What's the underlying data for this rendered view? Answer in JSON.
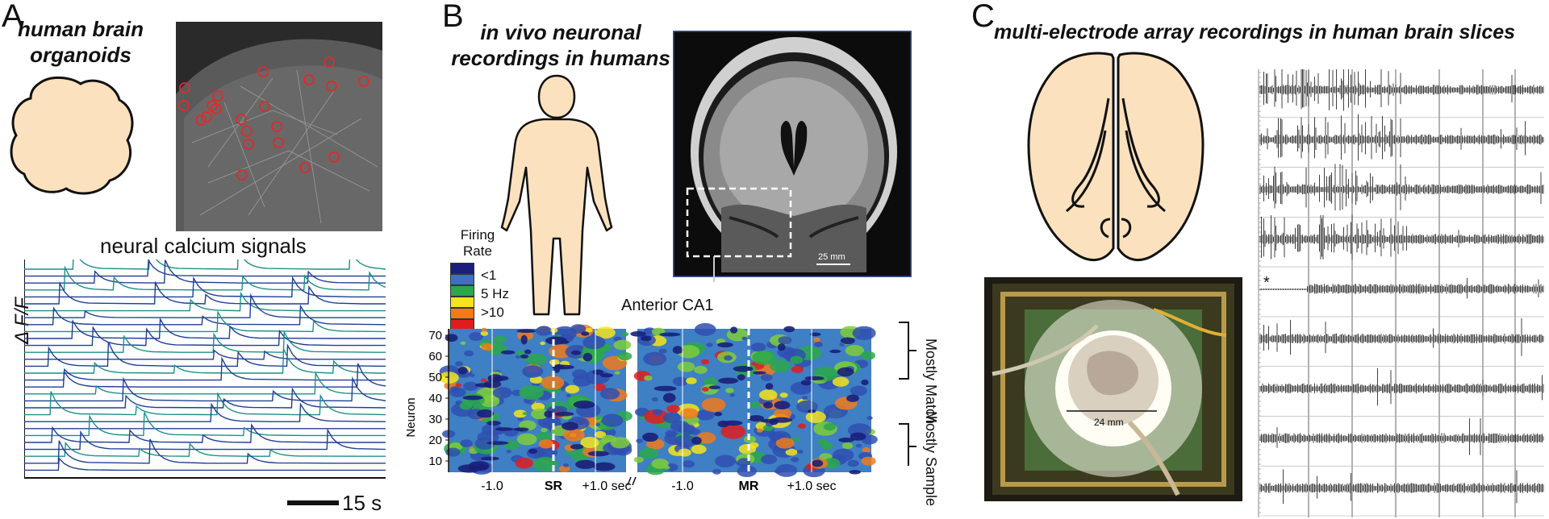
{
  "panelA": {
    "letter": "A",
    "title_line1": "human brain",
    "title_line2": "organoids",
    "calcium_label": "neural calcium signals",
    "yaxis_label": "Δ F/F",
    "scalebar_label": "15 s"
  },
  "panelB": {
    "letter": "B",
    "title_line1": "in vivo neuronal",
    "title_line2": "recordings in humans",
    "mri_scale": "25 mm",
    "legend_title_1": "Firing",
    "legend_title_2": "Rate",
    "legend_items": [
      "<1",
      "5 Hz",
      ">10"
    ],
    "legend_colors": [
      "#1a1f7a",
      "#3f6fbf",
      "#2aa84a",
      "#f4e41c",
      "#f07a1c",
      "#e01c1c"
    ],
    "heatmap_title": "Anterior CA1",
    "ylabel": "Neuron",
    "yticks": [
      "70",
      "60",
      "50",
      "40",
      "30",
      "20",
      "10"
    ],
    "xticks_left": [
      "-1.0",
      "SR",
      "+1.0 sec"
    ],
    "xticks_right": [
      "-1.0",
      "MR",
      "+1.0 sec"
    ],
    "right_labels": [
      "Mostly Match",
      "Mostly Sample"
    ]
  },
  "panelC": {
    "letter": "C",
    "title": "multi-electrode array recordings in human brain slices",
    "chip_scale": "24 mm",
    "asterisk": "*"
  }
}
